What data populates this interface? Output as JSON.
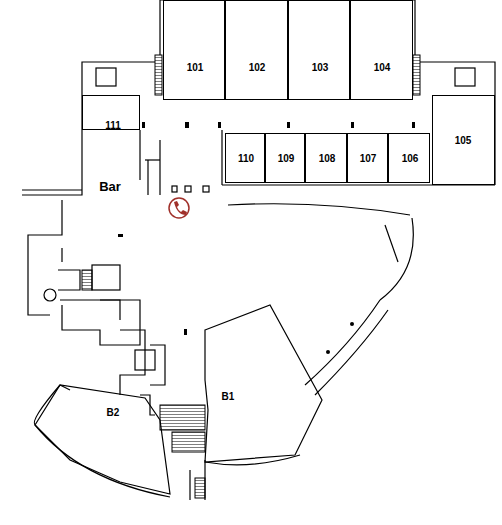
{
  "diagram": {
    "nodes": [
      {
        "text": [
          "101"
        ]
      },
      {
        "text": [
          "102"
        ]
      },
      {
        "text": [
          "103"
        ]
      },
      {
        "text": [
          "104"
        ]
      },
      {
        "text": [
          "111"
        ]
      },
      {
        "text": [
          "105"
        ]
      },
      {
        "text": [
          "110"
        ]
      },
      {
        "text": [
          "109"
        ]
      },
      {
        "text": [
          "108"
        ]
      },
      {
        "text": [
          "107"
        ]
      },
      {
        "text": [
          "106"
        ]
      },
      {
        "text": [
          "Bar"
        ]
      },
      {
        "text": [
          "B1"
        ]
      },
      {
        "text": [
          "B2"
        ]
      }
    ]
  }
}
